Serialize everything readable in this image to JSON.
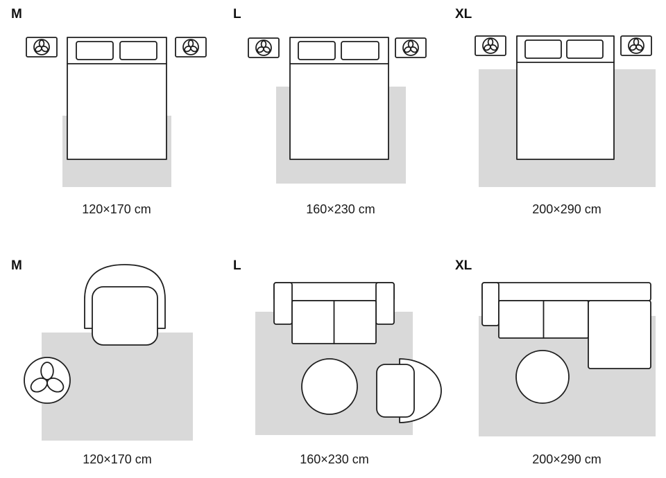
{
  "colors": {
    "background": "#ffffff",
    "rug": "#d9d9d9",
    "outline": "#1f1f1f",
    "furniture-fill": "#ffffff",
    "text": "#111111"
  },
  "icons": {
    "plant": "three-petal-plant-icon"
  },
  "sections": [
    {
      "name": "bedroom-row",
      "panels": [
        {
          "size_label": "M",
          "dimensions": "120×170 cm"
        },
        {
          "size_label": "L",
          "dimensions": "160×230 cm"
        },
        {
          "size_label": "XL",
          "dimensions": "200×290 cm"
        }
      ]
    },
    {
      "name": "living-room-row",
      "panels": [
        {
          "size_label": "M",
          "dimensions": "120×170 cm"
        },
        {
          "size_label": "L",
          "dimensions": "160×230 cm"
        },
        {
          "size_label": "XL",
          "dimensions": "200×290 cm"
        }
      ]
    }
  ]
}
